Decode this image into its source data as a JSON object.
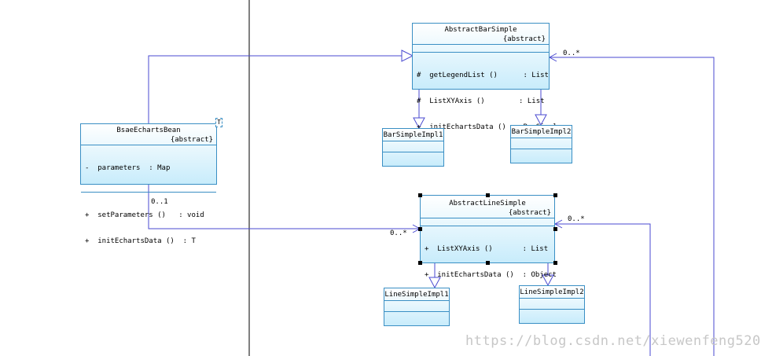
{
  "classes": {
    "bsae": {
      "name": "BsaeEchartsBean",
      "stereotype": "{abstract}",
      "template_param": "T",
      "attributes": [
        "-  parameters  : Map"
      ],
      "operations": [
        "+  setParameters ()   : void",
        "+  initEchartsData ()  : T"
      ]
    },
    "abstract_bar": {
      "name": "AbstractBarSimple",
      "stereotype": "{abstract}",
      "operations": [
        "#  getLegendList ()      : List",
        "#  ListXYAxis ()        : List",
        "+  initEchartsData ()  : BarSimple"
      ]
    },
    "bar_impl1": {
      "name": "BarSimpleImpl1"
    },
    "bar_impl2": {
      "name": "BarSimpleImpl2"
    },
    "abstract_line": {
      "name": "AbstractLineSimple",
      "stereotype": "{abstract}",
      "operations": [
        "+  ListXYAxis ()       : List",
        "+  initEchartsData ()  : Object"
      ]
    },
    "line_impl1": {
      "name": "LineSimpleImpl1"
    },
    "line_impl2": {
      "name": "LineSimpleImpl2"
    }
  },
  "multiplicities": {
    "bsae_source": "0..1",
    "line_target": "0..*",
    "bar_right": "0..*",
    "line_right": "0..*"
  },
  "colors": {
    "line": "#4a4ad0",
    "border": "#3a8fc4",
    "fill_bottom": "#c8ecfb"
  },
  "watermark": "https://blog.csdn.net/xiewenfeng520"
}
